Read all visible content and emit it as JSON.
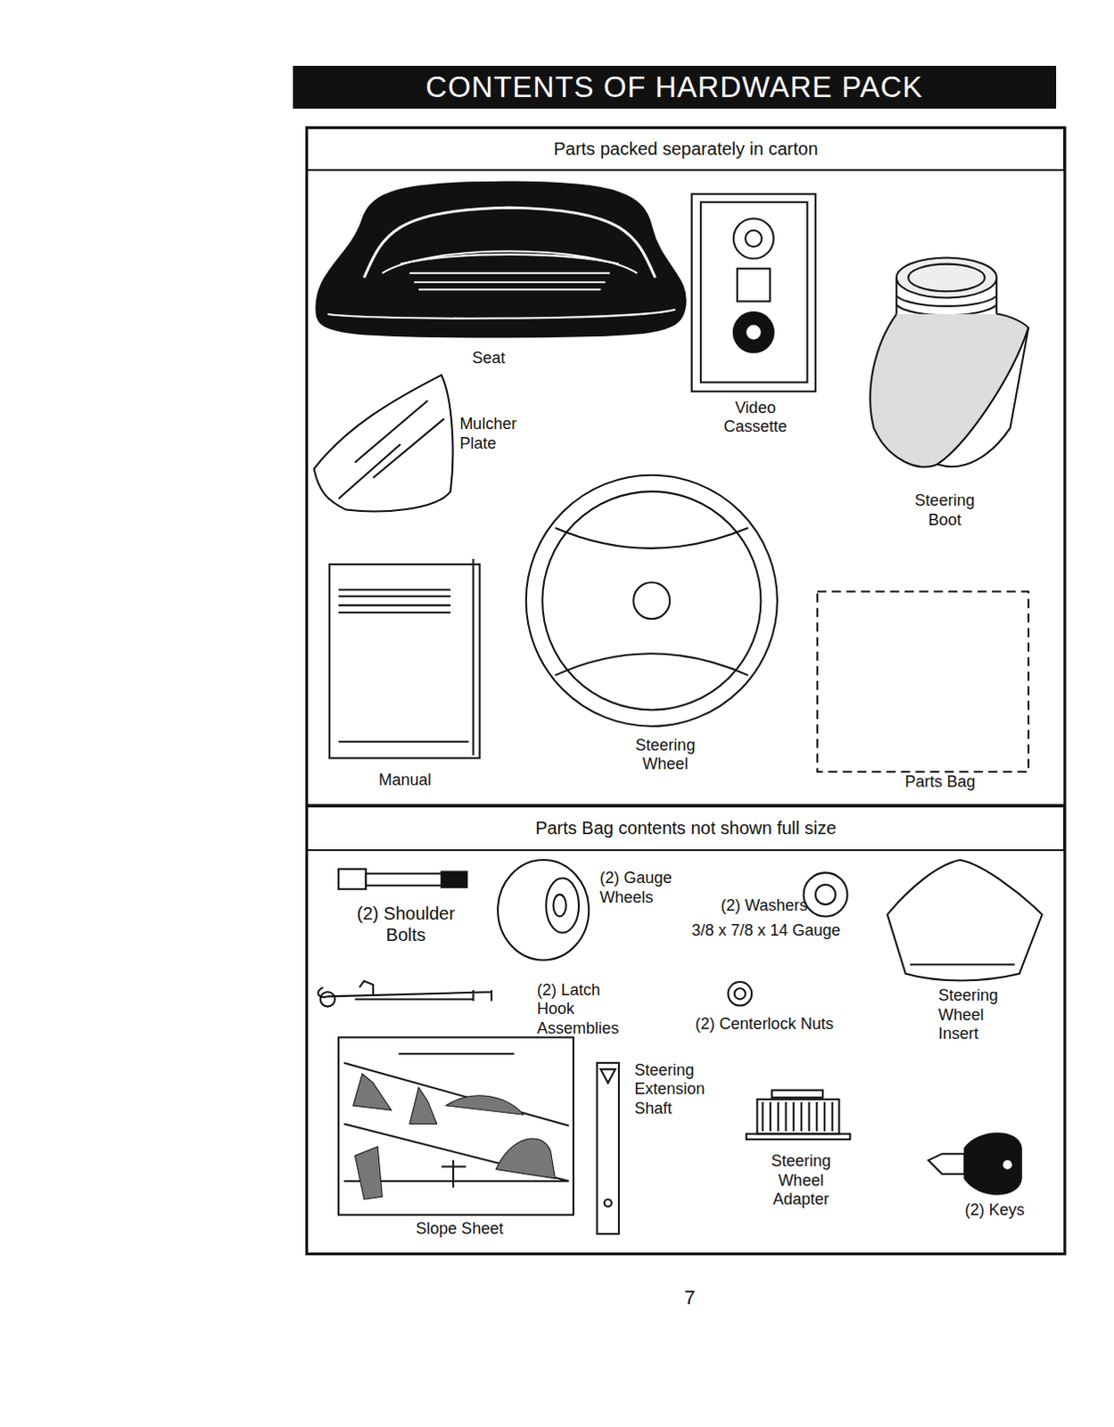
{
  "diagram": {
    "title": "CONTENTS OF HARDWARE PACK",
    "nodes": [
      {
        "text": [
          "Parts packed separately in carton"
        ]
      },
      {
        "text": [
          "Parts Bag contents not shown full size"
        ]
      }
    ],
    "labels": [
      "Seat",
      "Mulcher Plate",
      "Video Cassette",
      "Steering Boot",
      "Manual",
      "Steering Wheel",
      "Parts Bag",
      "(2) Shoulder Bolts",
      "(2) Gauge Wheels",
      "(2) Washers",
      "3/8 x 7/8 x 14 Gauge",
      "(2) Latch Hook Assemblies",
      "(2) Centerlock Nuts",
      "Steering Wheel Insert",
      "Slope Sheet",
      "Steering Extension Shaft",
      "Steering Wheel Adapter",
      "(2) Keys",
      "7"
    ]
  }
}
